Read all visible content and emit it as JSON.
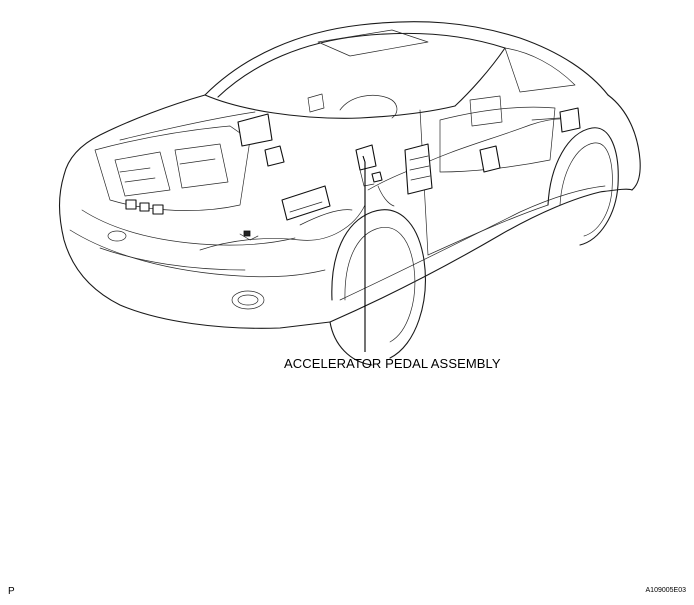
{
  "callout": {
    "label": "ACCELERATOR PEDAL ASSEMBLY"
  },
  "footer": {
    "left_mark": "P",
    "figure_id": "A109005E03"
  }
}
